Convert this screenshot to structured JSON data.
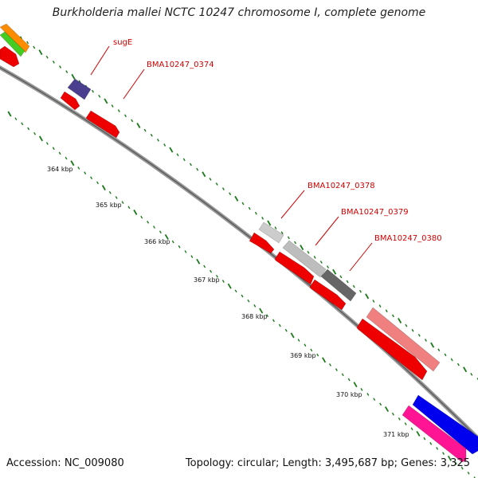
{
  "title": "Burkholderia mallei NCTC 10247 chromosome I, complete genome",
  "footer": {
    "accession": "Accession: NC_009080",
    "summary": "Topology: circular; Length: 3,495,687 bp; Genes: 3,325"
  },
  "colors": {
    "backbone": "#808080",
    "tick": "#1a7a1a",
    "label": "#d00000",
    "leader": "#d00000"
  },
  "scale_labels": [
    "364 kbp",
    "365 kbp",
    "366 kbp",
    "367 kbp",
    "368 kbp",
    "369 kbp",
    "370 kbp",
    "371 kbp"
  ],
  "gene_labels": [
    "sugE",
    "BMA10247_0374",
    "BMA10247_0378",
    "BMA10247_0379",
    "BMA10247_0380"
  ],
  "features": [
    {
      "name": "orange-feature",
      "color": "#ff8c00"
    },
    {
      "name": "green-feature",
      "color": "#44cc22"
    },
    {
      "name": "red-feature",
      "color": "#ee0000"
    },
    {
      "name": "sugE-feature",
      "color": "#4a3f8f"
    },
    {
      "name": "gray-feature",
      "color": "#cccccc"
    },
    {
      "name": "dark-gray-feature",
      "color": "#666666"
    },
    {
      "name": "salmon-feature",
      "color": "#f08080"
    },
    {
      "name": "blue-feature",
      "color": "#0000ee"
    },
    {
      "name": "magenta-feature",
      "color": "#ff1493"
    }
  ]
}
